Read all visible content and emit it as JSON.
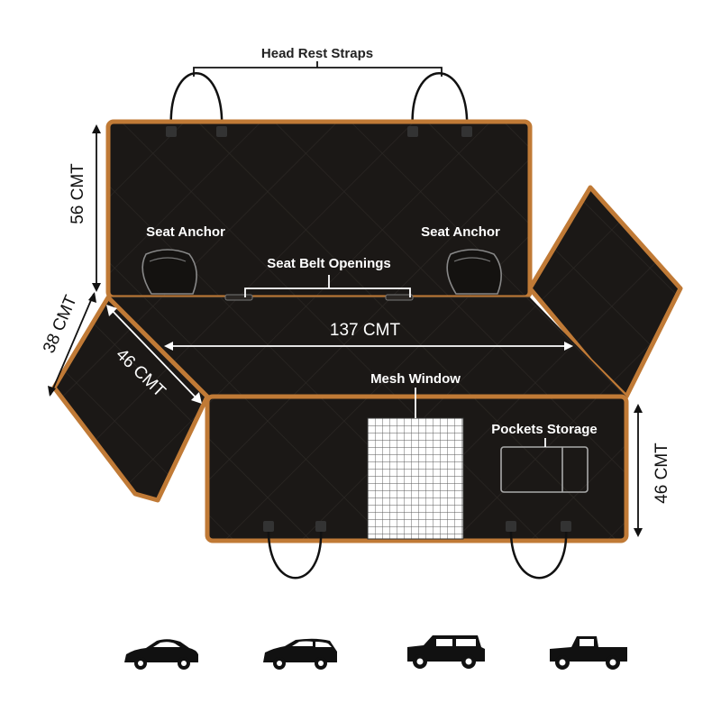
{
  "labels": {
    "head_rest_straps": "Head Rest Straps",
    "seat_anchor_left": "Seat Anchor",
    "seat_anchor_right": "Seat Anchor",
    "seat_belt_openings": "Seat Belt Openings",
    "mesh_window": "Mesh Window",
    "pockets_storage": "Pockets Storage"
  },
  "dimensions": {
    "back_height": "56 CMT",
    "width": "137 CMT",
    "flap_outer": "38 CMT",
    "flap_inner": "46 CMT",
    "front_height": "46 CMT"
  },
  "vehicles": [
    "sedan-icon",
    "hatchback-icon",
    "suv-icon",
    "pickup-truck-icon"
  ],
  "colors": {
    "panel": "#1b1816",
    "trim": "#c07a36",
    "ink": "#111111"
  }
}
